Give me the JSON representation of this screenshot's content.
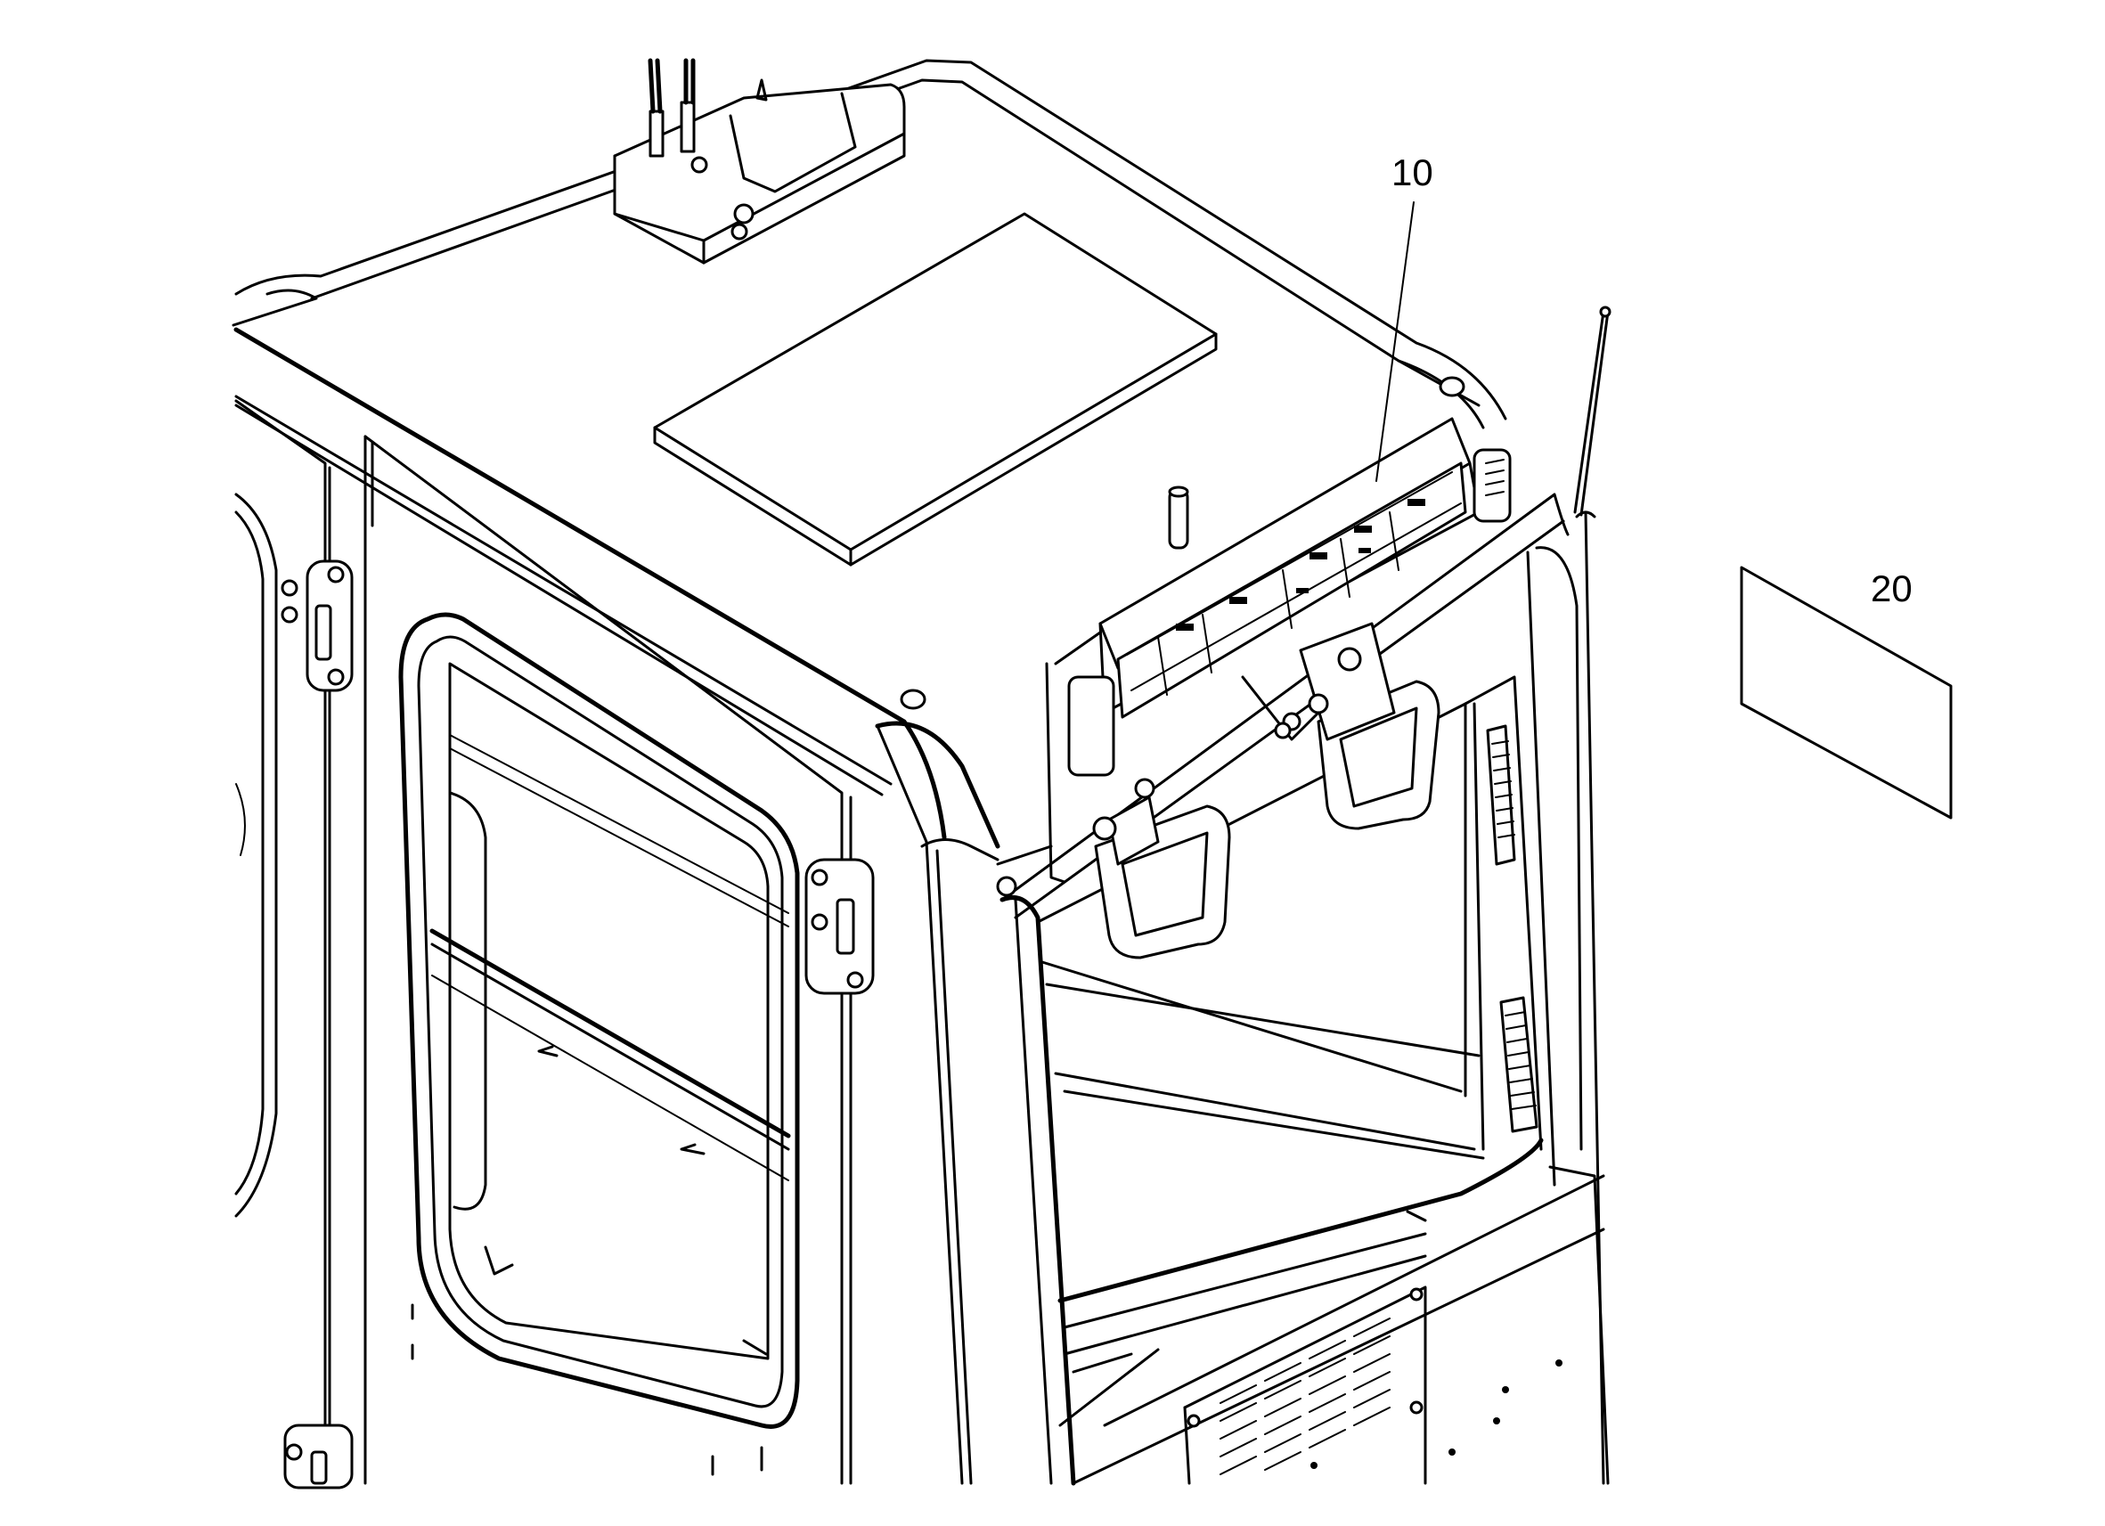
{
  "diagram": {
    "callouts": [
      {
        "id": "10",
        "label": "10"
      },
      {
        "id": "20",
        "label": "20"
      }
    ]
  }
}
